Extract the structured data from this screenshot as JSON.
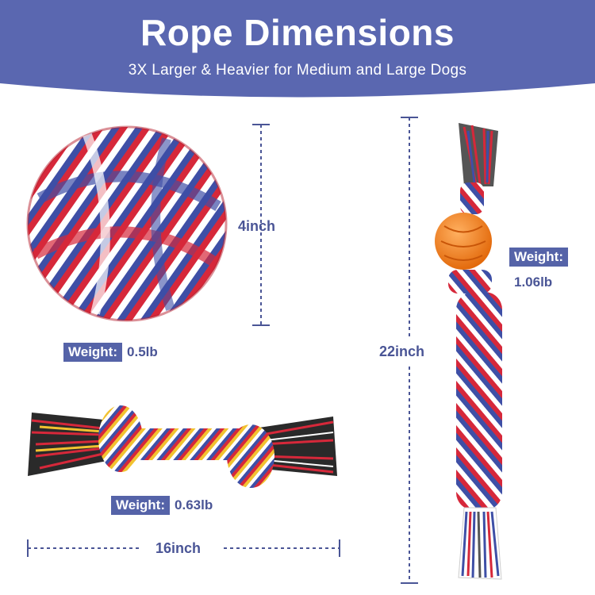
{
  "header": {
    "title": "Rope Dimensions",
    "subtitle": "3X Larger & Heavier for Medium and Large Dogs"
  },
  "ball": {
    "dimension": "4inch",
    "weight_label": "Weight:",
    "weight_value": "0.5lb"
  },
  "bone": {
    "dimension": "16inch",
    "weight_label": "Weight:",
    "weight_value": "0.63lb"
  },
  "tug": {
    "dimension": "22inch",
    "weight_label": "Weight:",
    "weight_value": "1.06lb"
  },
  "colors": {
    "banner": "#5a67b0",
    "accent_text": "#4a5596",
    "tag_bg": "#5563a8",
    "rope_red": "#d6283a",
    "rope_blue": "#3e4fa6",
    "rope_white": "#ffffff",
    "rope_yellow": "#f2c230",
    "rope_black": "#2a2a2a",
    "ball_orange": "#f5831f"
  }
}
